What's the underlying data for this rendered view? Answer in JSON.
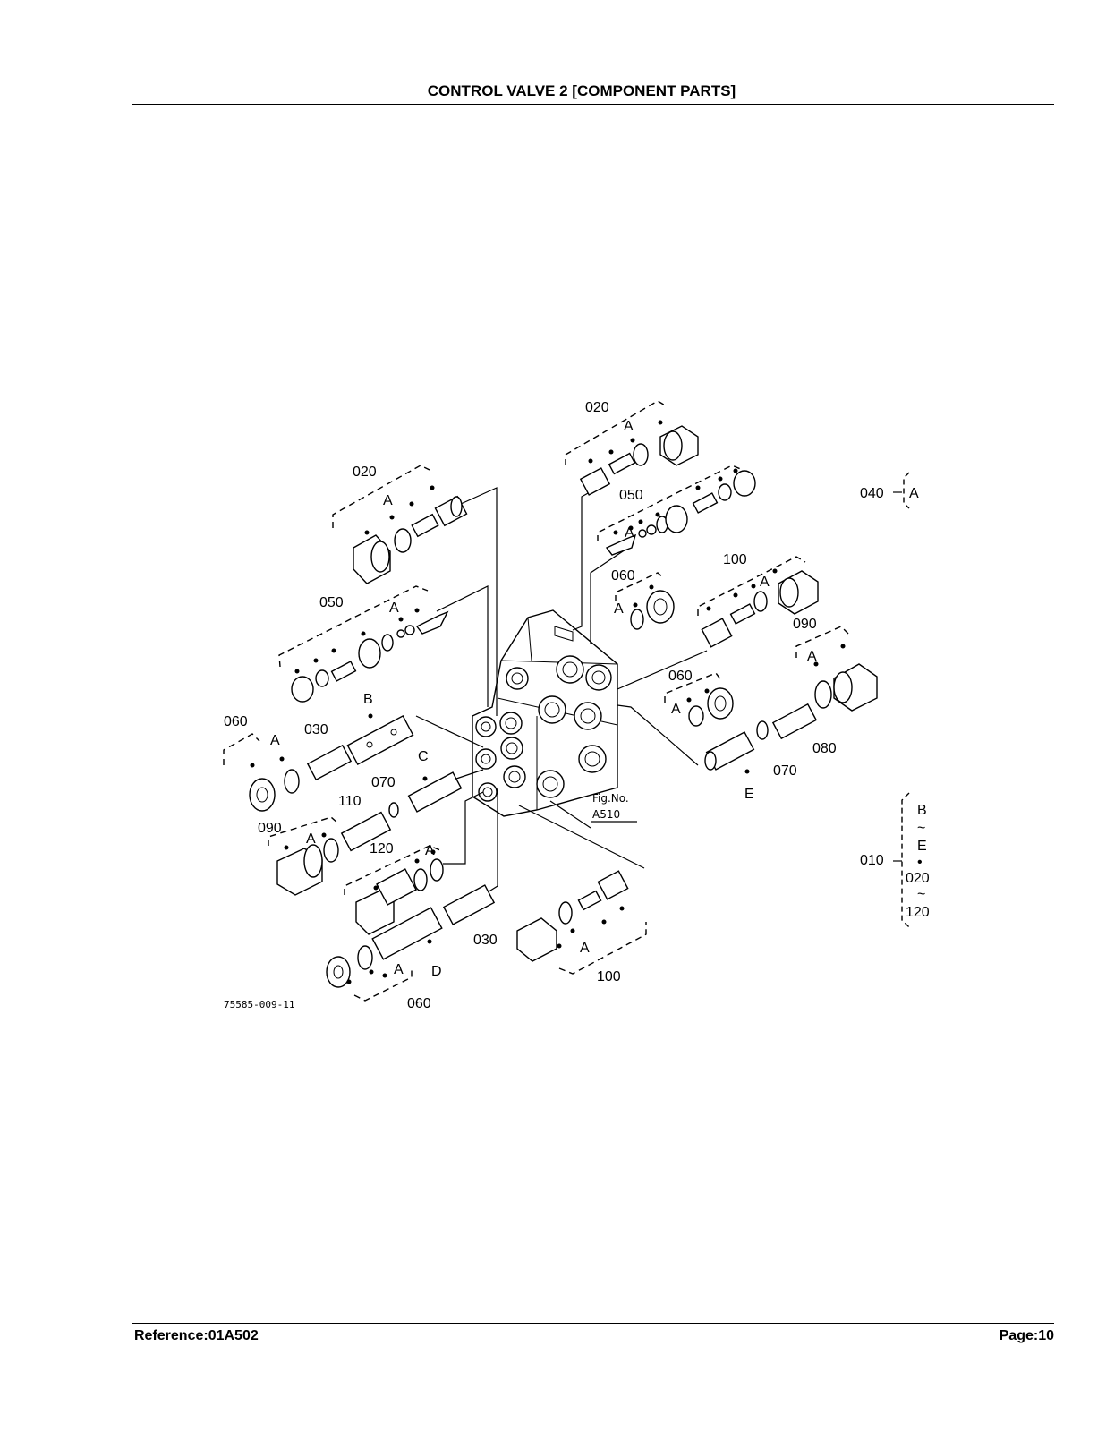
{
  "header": {
    "title": "CONTROL VALVE 2 [COMPONENT PARTS]"
  },
  "footer": {
    "reference": "Reference:01A502",
    "page": "Page:10"
  },
  "figure": {
    "code": "75585-009-11",
    "fig_label": "Fig.No.",
    "fig_number": "A510",
    "labels": {
      "p020_left": "020",
      "p020_top": "020",
      "p050_left": "050",
      "p050_top": "050",
      "p060_left": "060",
      "p060_top": "060",
      "p060_right": "060",
      "p060_bottom": "060",
      "p100_top": "100",
      "p100_bottom": "100",
      "p090_left": "090",
      "p090_right": "090",
      "p030_left": "030",
      "p030_bottom": "030",
      "p070_left": "070",
      "p070_right": "070",
      "p080": "080",
      "p110": "110",
      "p120": "120",
      "b": "B",
      "c": "C",
      "d": "D",
      "e": "E",
      "a": "A"
    },
    "legend_040": {
      "code": "040",
      "ref": "A"
    },
    "legend_010": {
      "code": "010",
      "lines": [
        "B",
        "~",
        "E",
        "•",
        "020",
        "~",
        "120"
      ]
    }
  }
}
